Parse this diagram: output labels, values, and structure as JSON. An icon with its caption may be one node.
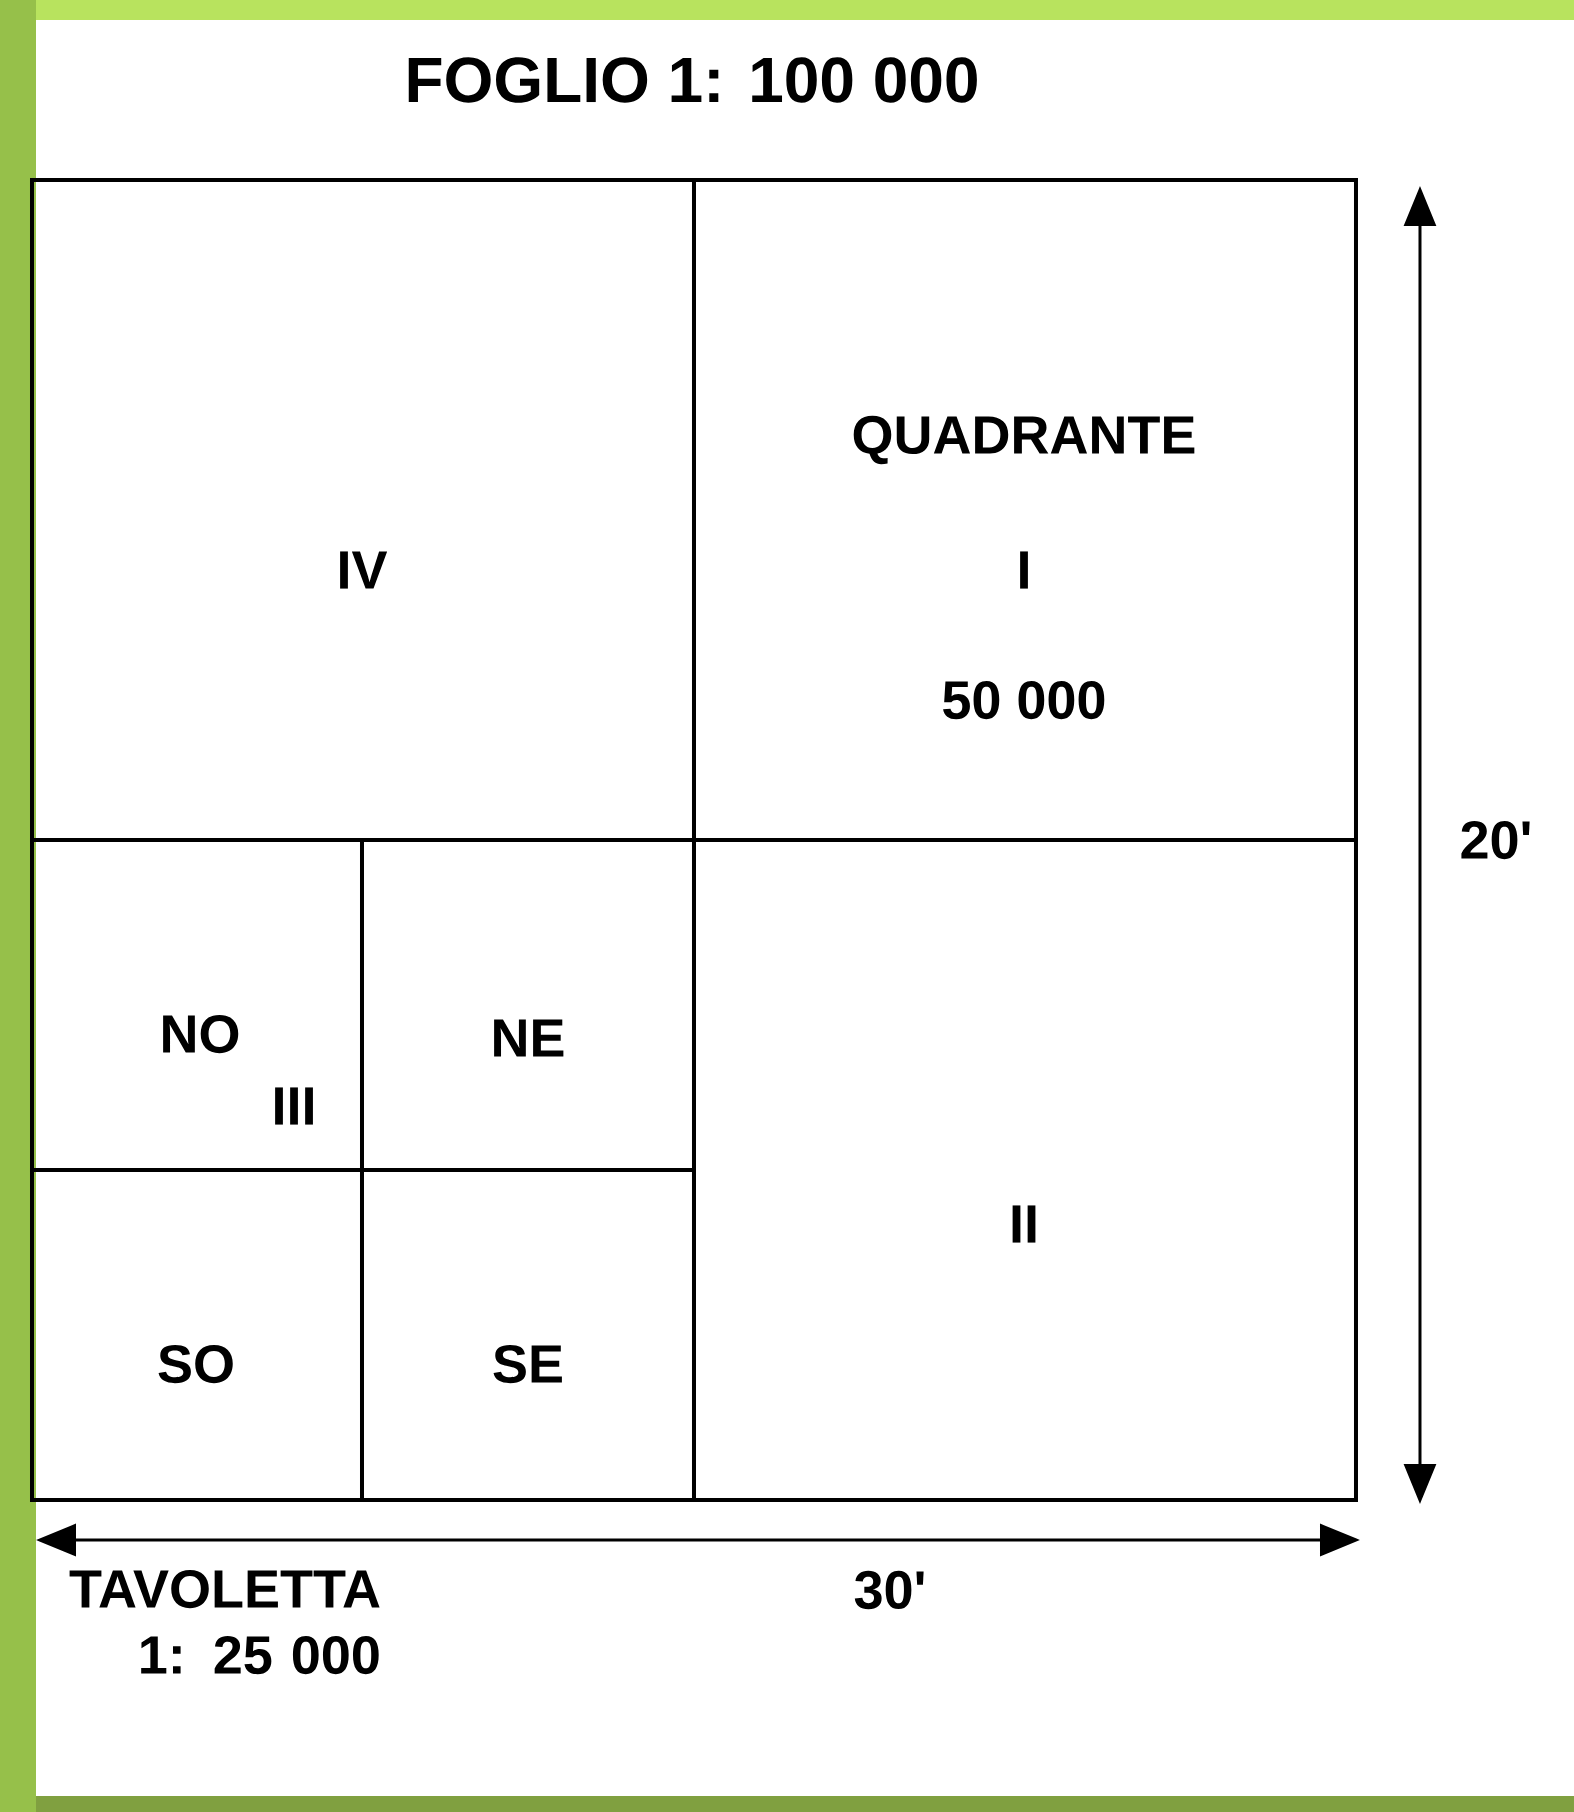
{
  "diagram": {
    "title": "FOGLIO 1: 100 000",
    "nodes": [
      {
        "text": [
          "IV"
        ]
      },
      {
        "text": [
          "QUADRANTE",
          "I",
          "50 000"
        ]
      },
      {
        "text": [
          "NO"
        ]
      },
      {
        "text": [
          "NE"
        ]
      },
      {
        "text": [
          "SO"
        ]
      },
      {
        "text": [
          "SE"
        ]
      },
      {
        "text": [
          "II"
        ]
      }
    ],
    "labels": [
      "III",
      "20'",
      "TAVOLETTA 1: 25 000",
      "30'"
    ]
  }
}
